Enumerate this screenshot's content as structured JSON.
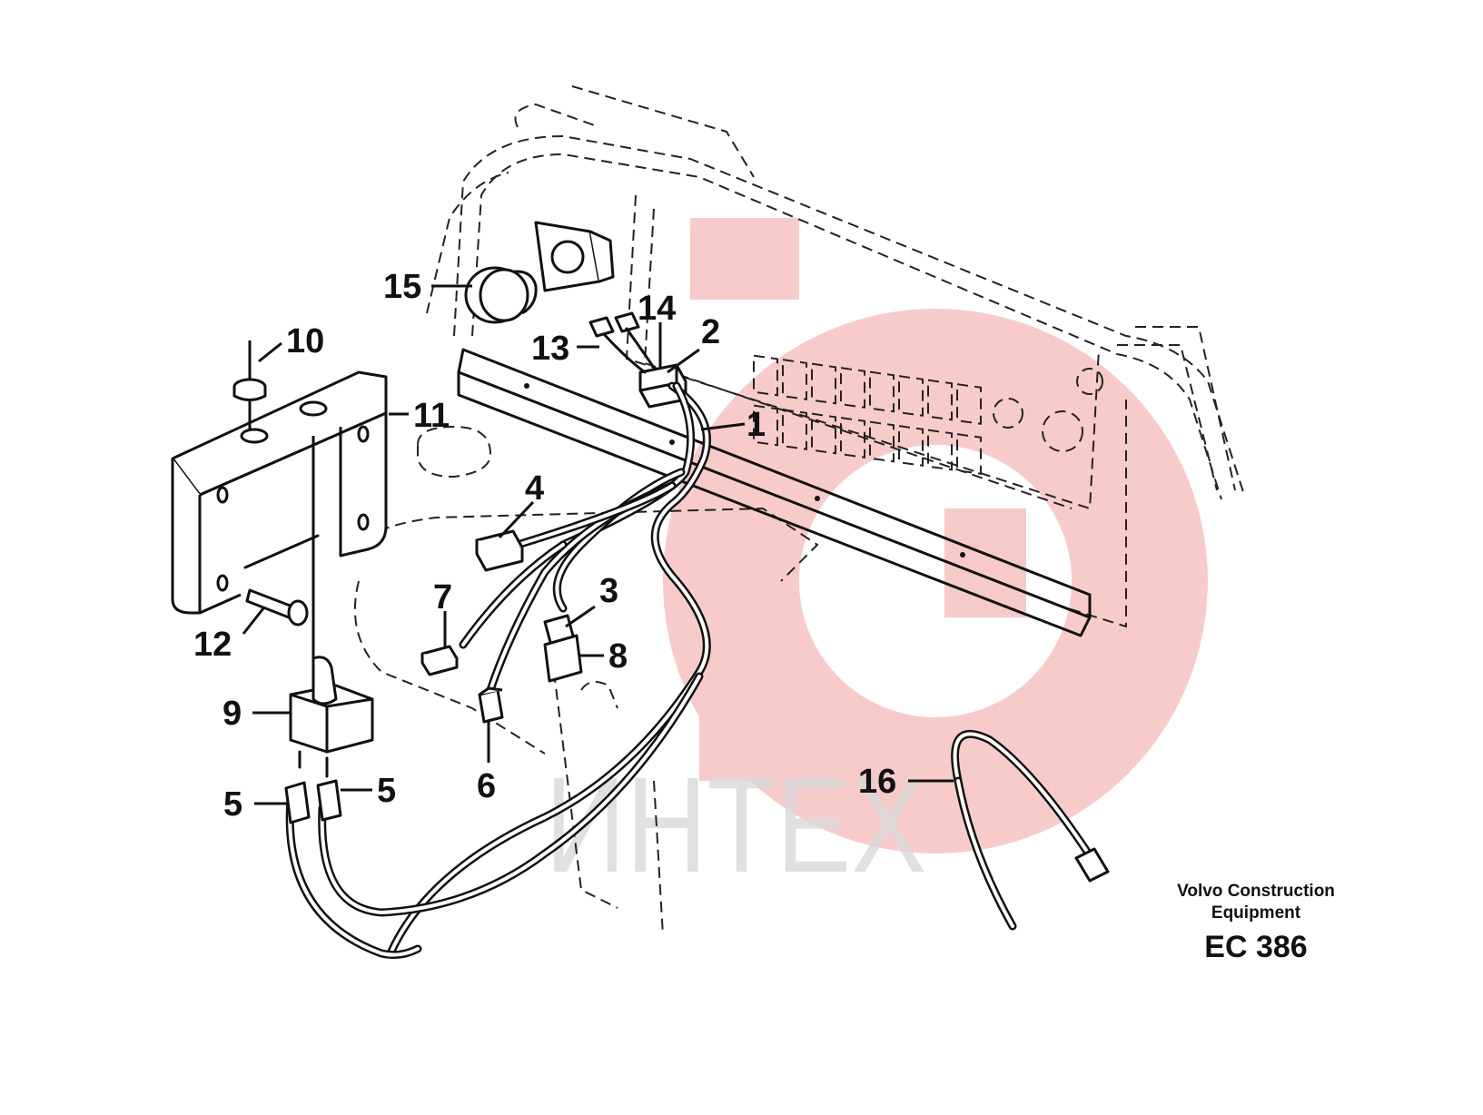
{
  "caption": {
    "maker_line1": "Volvo Construction",
    "maker_line2": "Equipment",
    "code": "EC 386"
  },
  "watermark": {
    "text": "ИНТЕХ",
    "color": "#f2a0a0",
    "text_color": "#d9d9d9"
  },
  "callouts": [
    {
      "id": "1",
      "label": "1"
    },
    {
      "id": "2",
      "label": "2"
    },
    {
      "id": "3",
      "label": "3"
    },
    {
      "id": "4",
      "label": "4"
    },
    {
      "id": "5a",
      "label": "5"
    },
    {
      "id": "5b",
      "label": "5"
    },
    {
      "id": "6",
      "label": "6"
    },
    {
      "id": "7",
      "label": "7"
    },
    {
      "id": "8",
      "label": "8"
    },
    {
      "id": "9",
      "label": "9"
    },
    {
      "id": "10",
      "label": "10"
    },
    {
      "id": "11",
      "label": "11"
    },
    {
      "id": "12",
      "label": "12"
    },
    {
      "id": "13",
      "label": "13"
    },
    {
      "id": "14",
      "label": "14"
    },
    {
      "id": "15",
      "label": "15"
    },
    {
      "id": "16",
      "label": "16"
    }
  ]
}
